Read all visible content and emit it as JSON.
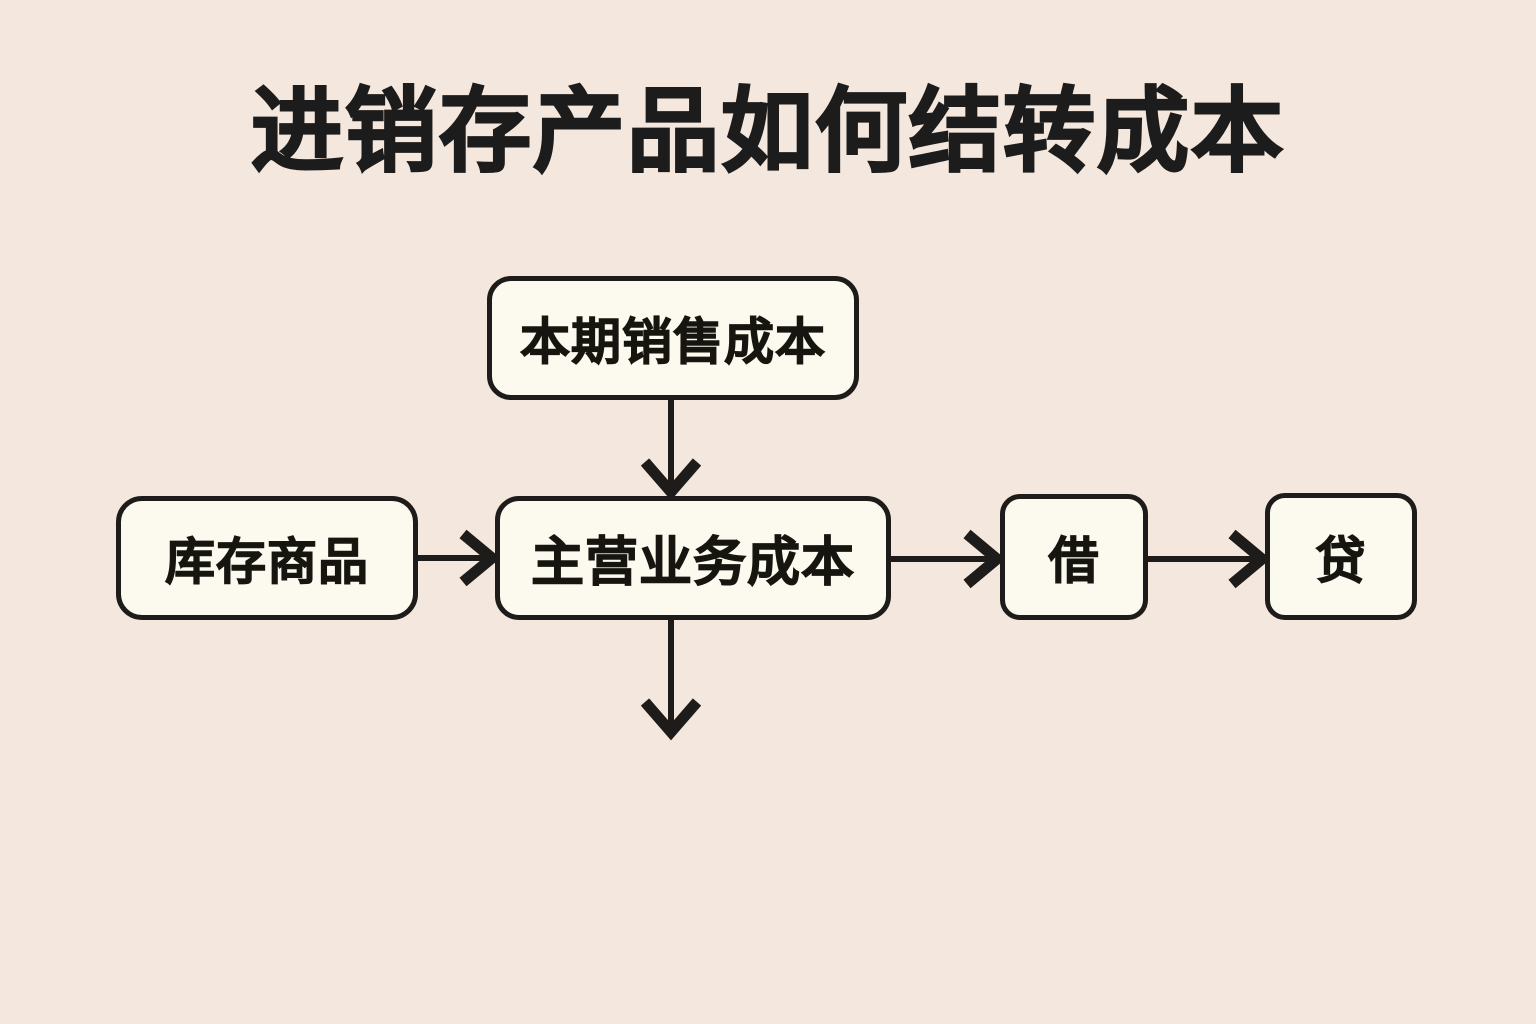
{
  "page": {
    "title": "进销存产品如何结转成本",
    "background_color": "#f4e7dd",
    "node_fill_color": "#fcf9ef",
    "node_border_color": "#1d1c1a",
    "text_color": "#16150f"
  },
  "diagram": {
    "type": "flowchart",
    "nodes": [
      {
        "id": "current-sales-cost",
        "label": "本期销售成本"
      },
      {
        "id": "inventory-goods",
        "label": "库存商品"
      },
      {
        "id": "main-business-cost",
        "label": "主营业务成本"
      },
      {
        "id": "debit",
        "label": "借"
      },
      {
        "id": "credit",
        "label": "贷"
      }
    ],
    "edges": [
      {
        "from": "current-sales-cost",
        "to": "main-business-cost",
        "direction": "down"
      },
      {
        "from": "inventory-goods",
        "to": "main-business-cost",
        "direction": "right"
      },
      {
        "from": "main-business-cost",
        "to": "debit",
        "direction": "right"
      },
      {
        "from": "debit",
        "to": "credit",
        "direction": "right"
      },
      {
        "from": "main-business-cost",
        "to": "",
        "direction": "down"
      }
    ]
  }
}
